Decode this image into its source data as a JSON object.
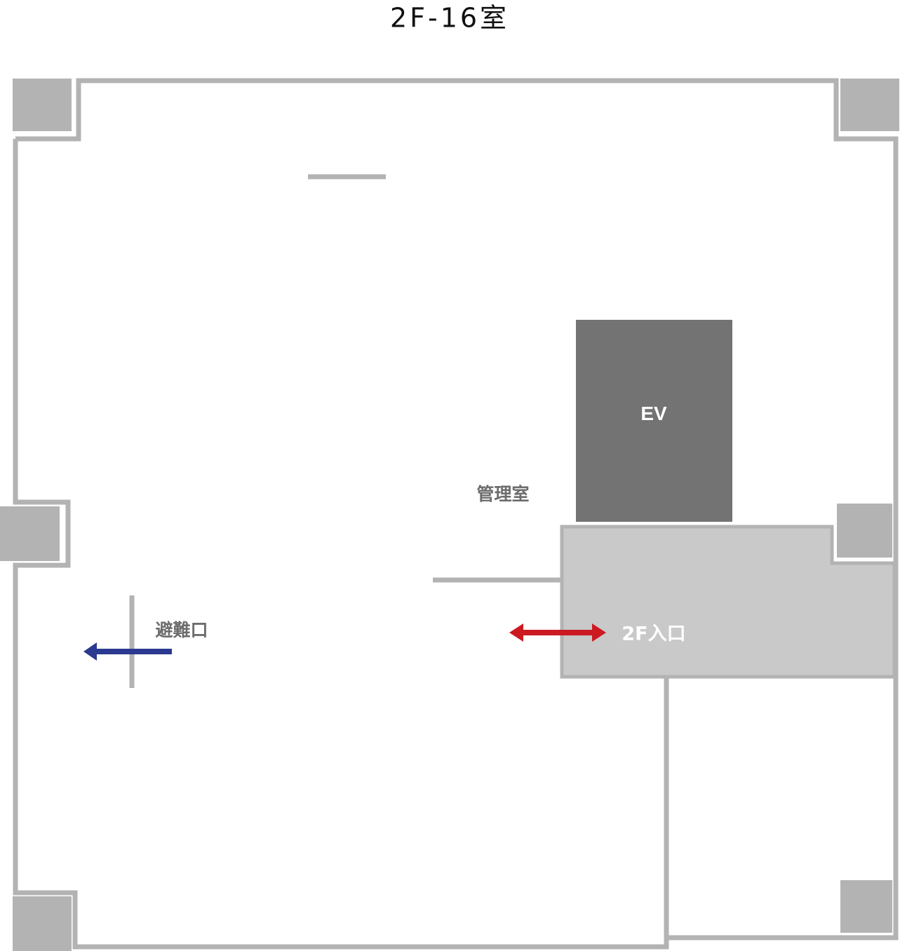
{
  "title": "2F-16室",
  "labels": {
    "elevator": "EV",
    "management_room": "管理室",
    "emergency_exit": "避難口",
    "entrance": "2F入口"
  },
  "colors": {
    "wall": "#b3b3b3",
    "pillar": "#b3b3b3",
    "elevator": "#737373",
    "entrance_area": "#c8c9c8",
    "exit_arrow": "#2b3990",
    "entrance_arrow": "#cc1a22"
  }
}
